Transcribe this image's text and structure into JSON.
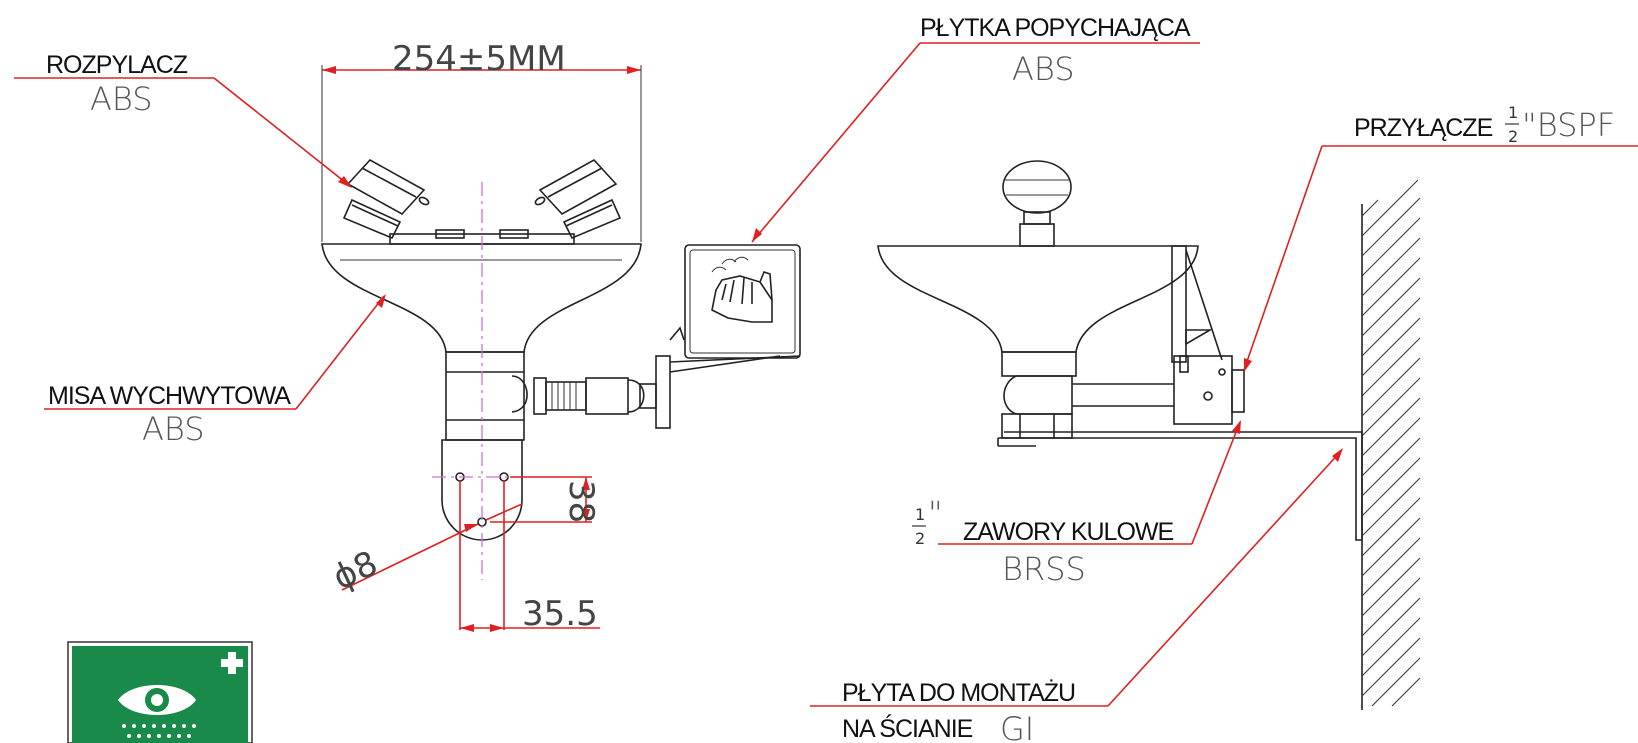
{
  "callouts": {
    "sprayer": {
      "label": "ROZPYLACZ",
      "material": "ABS"
    },
    "push_plate": {
      "label": "PŁYTKA POPYCHAJĄCA",
      "material": "ABS"
    },
    "connection": {
      "label": "PRZYŁĄCZE",
      "fraction_num": "1",
      "fraction_den": "2",
      "suffix": "\"BSPF"
    },
    "bowl": {
      "label": "MISA WYCHWYTOWA",
      "material": "ABS"
    },
    "ball_valves": {
      "fraction_num": "1",
      "fraction_den": "2",
      "quote": "\"",
      "label": "ZAWORY KULOWE",
      "material": "BRSS"
    },
    "wall_plate": {
      "label_line1": "PŁYTA DO MONTAŻU",
      "label_line2": "NA ŚCIANIE",
      "material": "GI"
    }
  },
  "dimensions": {
    "bowl_width": "254±5MM",
    "hole_diameter": "ϕ8",
    "hole_vertical": "38",
    "hole_horizontal": "35.5"
  },
  "colors": {
    "leader": "#e02020",
    "line": "#222222",
    "centerline": "#d070d0",
    "sign_green": "#1a8a4a"
  },
  "icons": {
    "push_plate_symbol": "hand-pushing-icon",
    "safety_sign": "eyewash-station-icon"
  }
}
